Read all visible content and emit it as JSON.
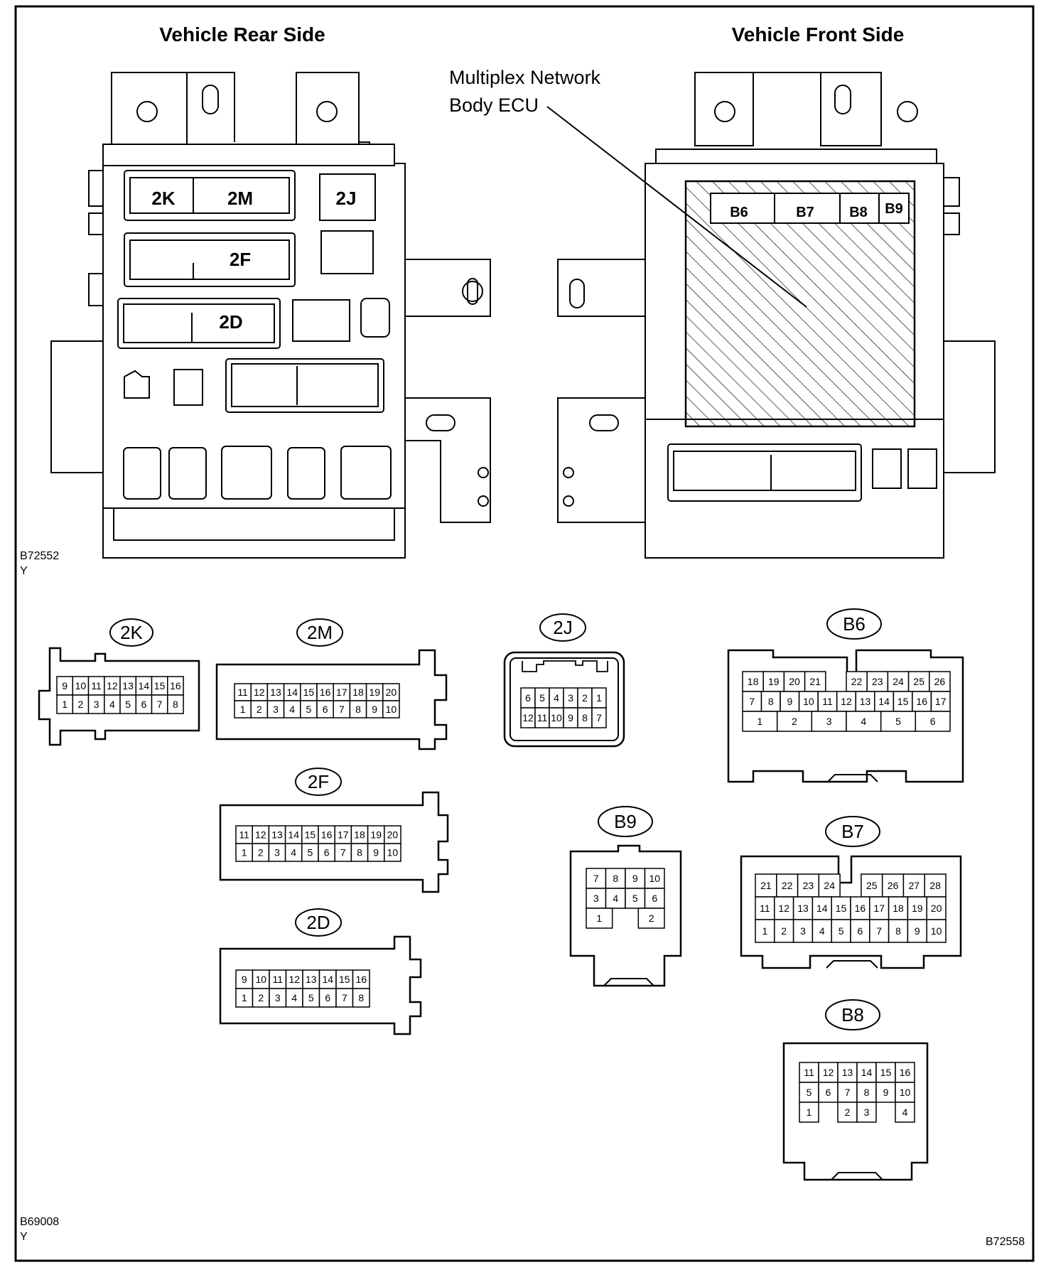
{
  "titles": {
    "rear": "Vehicle Rear Side",
    "front": "Vehicle Front Side"
  },
  "callout": {
    "line1": "Multiplex Network",
    "line2": "Body ECU"
  },
  "figure_codes": {
    "top_code": "B72552",
    "top_y": "Y",
    "bottom_code": "B69008",
    "bottom_y": "Y",
    "corner_code": "B72558"
  },
  "rear_labels": {
    "k2": "2K",
    "m2": "2M",
    "j2": "2J",
    "f2": "2F",
    "d2": "2D"
  },
  "front_labels": {
    "b6": "B6",
    "b7": "B7",
    "b8": "B8",
    "b9": "B9"
  },
  "connectors": [
    {
      "id": "2K",
      "rows": [
        [
          "9",
          "10",
          "11",
          "12",
          "13",
          "14",
          "15",
          "16"
        ],
        [
          "1",
          "2",
          "3",
          "4",
          "5",
          "6",
          "7",
          "8"
        ]
      ]
    },
    {
      "id": "2M",
      "rows": [
        [
          "11",
          "12",
          "13",
          "14",
          "15",
          "16",
          "17",
          "18",
          "19",
          "20"
        ],
        [
          "1",
          "2",
          "3",
          "4",
          "5",
          "6",
          "7",
          "8",
          "9",
          "10"
        ]
      ]
    },
    {
      "id": "2J",
      "rows": [
        [
          "6",
          "5",
          "4",
          "3",
          "2",
          "1"
        ],
        [
          "12",
          "11",
          "10",
          "9",
          "8",
          "7"
        ]
      ]
    },
    {
      "id": "B6",
      "rows": [
        [
          "18",
          "19",
          "20",
          "21",
          "",
          "22",
          "23",
          "24",
          "25",
          "26"
        ],
        [
          "7",
          "8",
          "9",
          "10",
          "11",
          "12",
          "13",
          "14",
          "15",
          "16",
          "17"
        ],
        [
          "1",
          "2",
          "3",
          "4",
          "5",
          "6"
        ]
      ]
    },
    {
      "id": "2F",
      "rows": [
        [
          "11",
          "12",
          "13",
          "14",
          "15",
          "16",
          "17",
          "18",
          "19",
          "20"
        ],
        [
          "1",
          "2",
          "3",
          "4",
          "5",
          "6",
          "7",
          "8",
          "9",
          "10"
        ]
      ]
    },
    {
      "id": "B9",
      "rows": [
        [
          "7",
          "8",
          "9",
          "10"
        ],
        [
          "3",
          "4",
          "5",
          "6"
        ],
        [
          "1",
          "",
          "2"
        ]
      ]
    },
    {
      "id": "B7",
      "rows": [
        [
          "21",
          "22",
          "23",
          "24",
          "",
          "25",
          "26",
          "27",
          "28"
        ],
        [
          "11",
          "12",
          "13",
          "14",
          "15",
          "16",
          "17",
          "18",
          "19",
          "20"
        ],
        [
          "1",
          "2",
          "3",
          "4",
          "5",
          "6",
          "7",
          "8",
          "9",
          "10"
        ]
      ]
    },
    {
      "id": "2D",
      "rows": [
        [
          "9",
          "10",
          "11",
          "12",
          "13",
          "14",
          "15",
          "16"
        ],
        [
          "1",
          "2",
          "3",
          "4",
          "5",
          "6",
          "7",
          "8"
        ]
      ]
    },
    {
      "id": "B8",
      "rows": [
        [
          "11",
          "12",
          "13",
          "14",
          "15",
          "16"
        ],
        [
          "5",
          "6",
          "7",
          "8",
          "9",
          "10"
        ],
        [
          "1",
          "",
          "2",
          "3",
          "",
          "4"
        ]
      ]
    }
  ]
}
